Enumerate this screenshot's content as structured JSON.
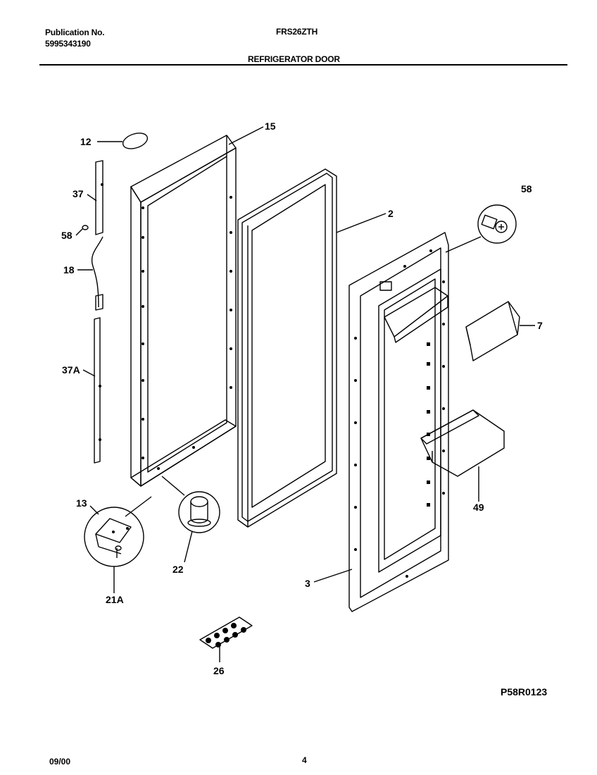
{
  "header": {
    "publication_label": "Publication No.",
    "publication_number": "5995343190",
    "model": "FRS26ZTH",
    "section_title": "REFRIGERATOR DOOR"
  },
  "callouts": {
    "c12": "12",
    "c15": "15",
    "c37": "37",
    "c58a": "58",
    "c18": "18",
    "c37A": "37A",
    "c2": "2",
    "c58b": "58",
    "c7": "7",
    "c13": "13",
    "c21A": "21A",
    "c22": "22",
    "c49": "49",
    "c3": "3",
    "c26": "26"
  },
  "diagram_code": "P58R0123",
  "footer": {
    "date": "09/00",
    "page": "4"
  }
}
